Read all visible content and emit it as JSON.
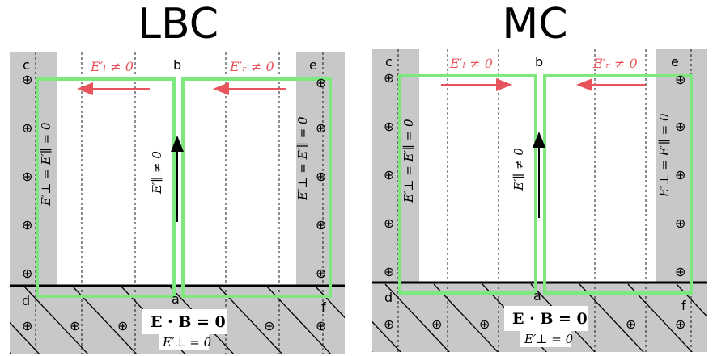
{
  "panels": [
    {
      "title": "LBC",
      "points": {
        "a": "a",
        "b": "b",
        "c": "c",
        "d": "d",
        "e": "e",
        "f": "f"
      },
      "field_left": "E′ₗ ≠ 0",
      "field_right": "E′ᵣ ≠ 0",
      "field_parallel": "E′∥ ≠ 0",
      "wall_left": "E′⊥ = E′∥ = 0",
      "wall_right": "E′⊥ = E′∥ = 0",
      "ideal": "E · B = 0",
      "perp": "E′⊥ = 0",
      "left_arrow_direction": "left",
      "right_arrow_direction": "left"
    },
    {
      "title": "MC",
      "points": {
        "a": "a",
        "b": "b",
        "c": "c",
        "d": "d",
        "e": "e",
        "f": "f"
      },
      "field_left": "E′ₗ ≠ 0",
      "field_right": "E′ᵣ ≠ 0",
      "field_parallel": "E′∥ ≠ 0",
      "wall_left": "E′⊥ = E′∥ = 0",
      "wall_right": "E′⊥ = E′∥ = 0",
      "ideal": "E · B = 0",
      "perp": "E′⊥ = 0",
      "left_arrow_direction": "right",
      "right_arrow_direction": "left"
    }
  ],
  "symbols": {
    "charge": "⊕"
  },
  "colors": {
    "loop_green": "#7de87d",
    "field_red": "#e8545c",
    "conductor_gray": "#c8c8c8",
    "text_black": "#000000"
  }
}
